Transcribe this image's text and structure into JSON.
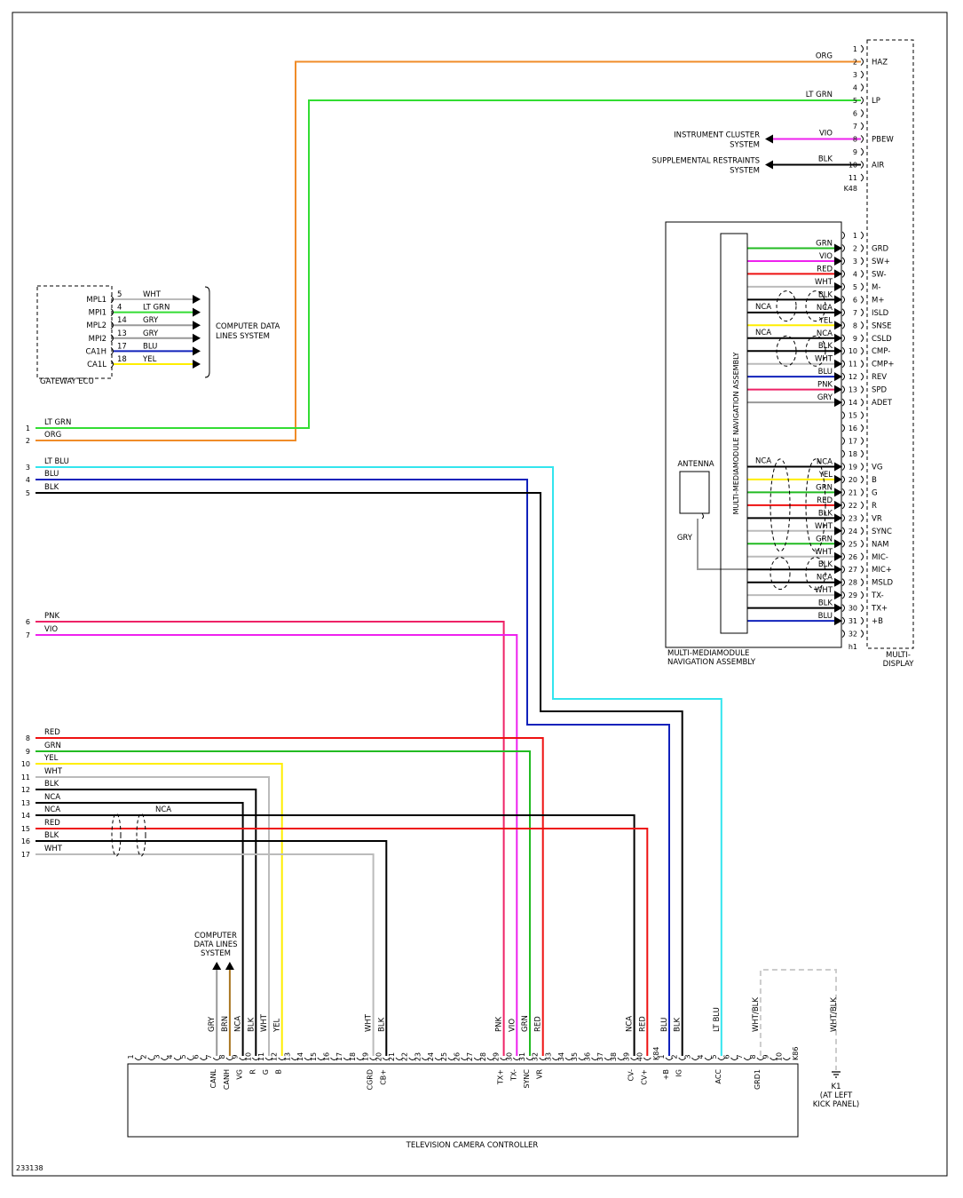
{
  "figure_id": "233138",
  "colors": {
    "ORG": "#f08c28",
    "LT GRN": "#33dd33",
    "VIO": "#ee22ee",
    "BLK": "#000000",
    "GRN": "#22bb22",
    "RED": "#ee1111",
    "WHT": "#bbbbbb",
    "YEL": "#ffee00",
    "BLU": "#1122bb",
    "PNK": "#ee2266",
    "GRY": "#999999",
    "LT BLU": "#33e5ee",
    "NCA": "#000000",
    "BRN": "#aa7722",
    "WHT/BLK": "#cccccc"
  },
  "multi_display": {
    "name": "MULTI-\nDISPLAY",
    "connector": "K48",
    "pins": [
      {
        "num": "1",
        "label": ""
      },
      {
        "num": "2",
        "label": "HAZ"
      },
      {
        "num": "3",
        "label": ""
      },
      {
        "num": "4",
        "label": ""
      },
      {
        "num": "5",
        "label": "LP"
      },
      {
        "num": "6",
        "label": ""
      },
      {
        "num": "7",
        "label": ""
      },
      {
        "num": "8",
        "label": "PBEW"
      },
      {
        "num": "9",
        "label": ""
      },
      {
        "num": "10",
        "label": "AIR"
      },
      {
        "num": "11",
        "label": ""
      }
    ],
    "h1_connector": "h1",
    "h1_pins": [
      "",
      "GRD",
      "SW+",
      "SW-",
      "M-",
      "M+",
      "ISLD",
      "SNSE",
      "CSLD",
      "CMP-",
      "CMP+",
      "REV",
      "SPD",
      "ADET",
      "",
      "",
      "",
      "",
      "VG",
      "B",
      "G",
      "R",
      "VR",
      "SYNC",
      "NAM",
      "MIC-",
      "MIC+",
      "MSLD",
      "TX-",
      "TX+",
      "+B",
      ""
    ]
  },
  "instrument_cluster": "INSTRUMENT CLUSTER\nSYSTEM",
  "srs": "SUPPLEMENTAL RESTRAINTS\nSYSTEM",
  "top_wires": [
    {
      "color": "ORG"
    },
    {
      "color": "LT GRN"
    },
    {
      "color": "VIO"
    },
    {
      "color": "BLK"
    }
  ],
  "nav_module": {
    "name": "MULTI-MEDIAMODULE\nNAVIGATION ASSEMBLY",
    "inner_label": "MULTI-MEDIAMODULE NAVIGATION ASSEMBLY",
    "antenna": "ANTENNA",
    "antenna_wire": "GRY",
    "wires": [
      {
        "pin": 2,
        "color": "GRN"
      },
      {
        "pin": 3,
        "color": "VIO"
      },
      {
        "pin": 4,
        "color": "RED"
      },
      {
        "pin": 5,
        "color": "WHT"
      },
      {
        "pin": 6,
        "color": "BLK"
      },
      {
        "pin": 7,
        "color": "NCA"
      },
      {
        "pin": 8,
        "color": "YEL"
      },
      {
        "pin": 9,
        "color": "NCA"
      },
      {
        "pin": 10,
        "color": "BLK"
      },
      {
        "pin": 11,
        "color": "WHT"
      },
      {
        "pin": 12,
        "color": "BLU"
      },
      {
        "pin": 13,
        "color": "PNK"
      },
      {
        "pin": 14,
        "color": "GRY"
      },
      {
        "pin": 19,
        "color": "NCA"
      },
      {
        "pin": 20,
        "color": "YEL"
      },
      {
        "pin": 21,
        "color": "GRN"
      },
      {
        "pin": 22,
        "color": "RED"
      },
      {
        "pin": 23,
        "color": "BLK"
      },
      {
        "pin": 24,
        "color": "WHT"
      },
      {
        "pin": 25,
        "color": "GRN"
      },
      {
        "pin": 26,
        "color": "WHT"
      },
      {
        "pin": 27,
        "color": "BLK"
      },
      {
        "pin": 28,
        "color": "NCA"
      },
      {
        "pin": 29,
        "color": "WHT"
      },
      {
        "pin": 30,
        "color": "BLK"
      },
      {
        "pin": 31,
        "color": "BLU"
      }
    ],
    "nca_left": "NCA"
  },
  "gateway": {
    "name": "GATEWAY ECU",
    "dest": "COMPUTER DATA\nLINES SYSTEM",
    "rows": [
      {
        "sig": "MPL1",
        "pin": "5",
        "color": "WHT"
      },
      {
        "sig": "MPI1",
        "pin": "4",
        "color": "LT GRN"
      },
      {
        "sig": "MPL2",
        "pin": "14",
        "color": "GRY"
      },
      {
        "sig": "MPI2",
        "pin": "13",
        "color": "GRY"
      },
      {
        "sig": "CA1H",
        "pin": "17",
        "color": "BLU"
      },
      {
        "sig": "CA1L",
        "pin": "18",
        "color": "YEL"
      }
    ]
  },
  "left_wires": [
    {
      "n": "1",
      "color": "LT GRN"
    },
    {
      "n": "2",
      "color": "ORG"
    },
    {
      "n": "3",
      "color": "LT BLU"
    },
    {
      "n": "4",
      "color": "BLU"
    },
    {
      "n": "5",
      "color": "BLK"
    },
    {
      "n": "6",
      "color": "PNK"
    },
    {
      "n": "7",
      "color": "VIO"
    },
    {
      "n": "8",
      "color": "RED"
    },
    {
      "n": "9",
      "color": "GRN"
    },
    {
      "n": "10",
      "color": "YEL"
    },
    {
      "n": "11",
      "color": "WHT"
    },
    {
      "n": "12",
      "color": "BLK"
    },
    {
      "n": "13",
      "color": "NCA"
    },
    {
      "n": "14",
      "color": "NCA"
    },
    {
      "n": "15",
      "color": "RED"
    },
    {
      "n": "16",
      "color": "BLK"
    },
    {
      "n": "17",
      "color": "WHT"
    }
  ],
  "nca_mid": "NCA",
  "controller": {
    "name": "TELEVISION CAMERA CONTROLLER",
    "conn_left": "K84",
    "conn_right": "K86",
    "pins_left": [
      {
        "n": "1"
      },
      {
        "n": "2"
      },
      {
        "n": "3"
      },
      {
        "n": "4"
      },
      {
        "n": "5"
      },
      {
        "n": "6"
      },
      {
        "n": "7",
        "sig": "CANL",
        "color": "GRY"
      },
      {
        "n": "8",
        "sig": "CANH",
        "color": "BRN"
      },
      {
        "n": "9",
        "sig": "VG",
        "color": "NCA"
      },
      {
        "n": "10",
        "sig": "R",
        "color": "BLK"
      },
      {
        "n": "11",
        "sig": "G",
        "color": "WHT"
      },
      {
        "n": "12",
        "sig": "B",
        "color": "YEL"
      },
      {
        "n": "13"
      },
      {
        "n": "14"
      },
      {
        "n": "15"
      },
      {
        "n": "16"
      },
      {
        "n": "17"
      },
      {
        "n": "18"
      },
      {
        "n": "19",
        "sig": "CGRD",
        "color": "WHT"
      },
      {
        "n": "20",
        "sig": "CB+",
        "color": "BLK"
      },
      {
        "n": "21"
      },
      {
        "n": "22"
      },
      {
        "n": "23"
      },
      {
        "n": "24"
      },
      {
        "n": "25"
      },
      {
        "n": "26"
      },
      {
        "n": "27"
      },
      {
        "n": "28"
      },
      {
        "n": "29",
        "sig": "TX+",
        "color": "PNK"
      },
      {
        "n": "30",
        "sig": "TX-",
        "color": "VIO"
      },
      {
        "n": "31",
        "sig": "SYNC",
        "color": "GRN"
      },
      {
        "n": "32",
        "sig": "VR",
        "color": "RED"
      },
      {
        "n": "33"
      },
      {
        "n": "34"
      },
      {
        "n": "35"
      },
      {
        "n": "36"
      },
      {
        "n": "37"
      },
      {
        "n": "38"
      },
      {
        "n": "39",
        "sig": "CV-",
        "color": "NCA"
      },
      {
        "n": "40",
        "sig": "CV+",
        "color": "RED"
      }
    ],
    "pins_right": [
      {
        "n": "1",
        "sig": "+B",
        "color": "BLU"
      },
      {
        "n": "2",
        "sig": "IG",
        "color": "BLK"
      },
      {
        "n": "3"
      },
      {
        "n": "4"
      },
      {
        "n": "5",
        "sig": "ACC",
        "color": "LT BLU"
      },
      {
        "n": "6"
      },
      {
        "n": "7"
      },
      {
        "n": "8",
        "sig": "GRD1",
        "color": "WHT/BLK"
      },
      {
        "n": "9"
      },
      {
        "n": "10"
      }
    ]
  },
  "can_dest": "COMPUTER\nDATA LINES\nSYSTEM",
  "ground": {
    "id": "K1",
    "desc": "(AT LEFT\nKICK PANEL)",
    "wire": "WHT/BLK"
  }
}
